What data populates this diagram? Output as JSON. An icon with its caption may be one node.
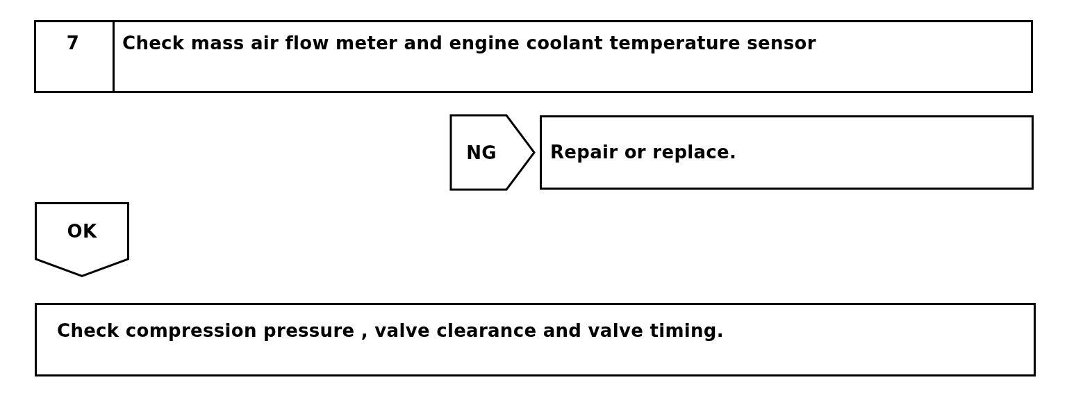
{
  "diagram": {
    "nodes": [
      {
        "text": [
          "7",
          "Check mass air flow meter and engine coolant temperature sensor"
        ]
      },
      {
        "text": [
          "Repair or replace."
        ]
      },
      {
        "text": [
          "OK"
        ]
      },
      {
        "text": [
          "Check compression pressure , valve clearance and valve timing."
        ]
      }
    ],
    "edges": [
      {
        "from": 0,
        "to": 1,
        "arrow": "to",
        "label": "NG"
      }
    ]
  }
}
